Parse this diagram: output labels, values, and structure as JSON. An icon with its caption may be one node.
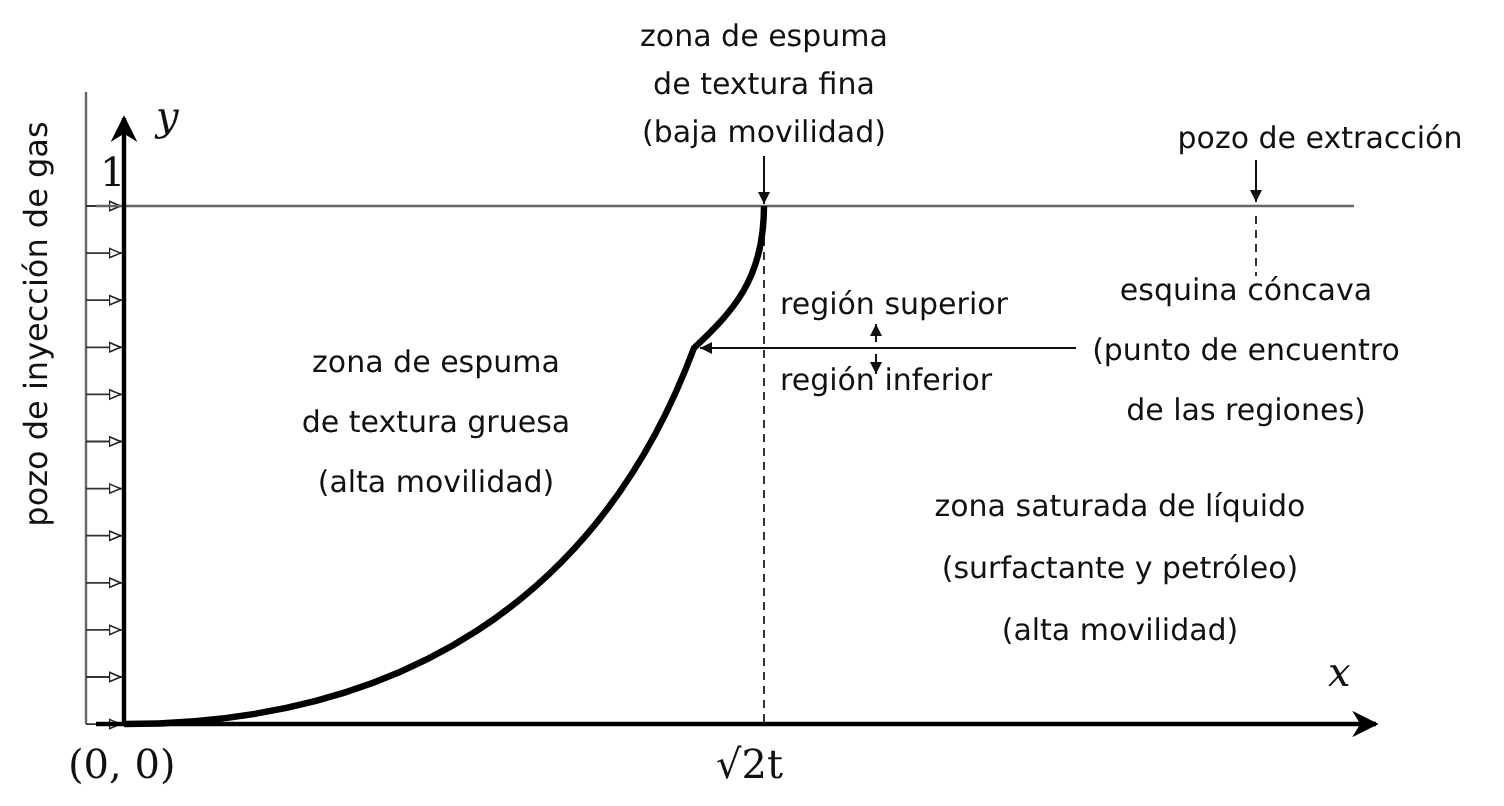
{
  "diagram": {
    "nodes": [
      {
        "text": [
          "zona de espuma de textura fina (baja movilidad)"
        ]
      },
      {
        "text": [
          "pozo de extracción"
        ]
      },
      {
        "text": [
          "esquina cóncava (punto de encuentro de las regiones)"
        ]
      }
    ],
    "edges": [
      {
        "from": 0,
        "to": null,
        "arrow": "to"
      },
      {
        "from": 1,
        "to": null,
        "arrow": "to"
      },
      {
        "from": 2,
        "to": null,
        "arrow": "to"
      }
    ],
    "labels": [
      "pozo de inyección de gas",
      "y",
      "1",
      "región superior",
      "zona de espuma de textura gruesa (alta movilidad)",
      "región inferior",
      "zona saturada de líquido (surfactante y petróleo) (alta movilidad)",
      "x",
      "(0, 0)",
      "√2t"
    ]
  }
}
